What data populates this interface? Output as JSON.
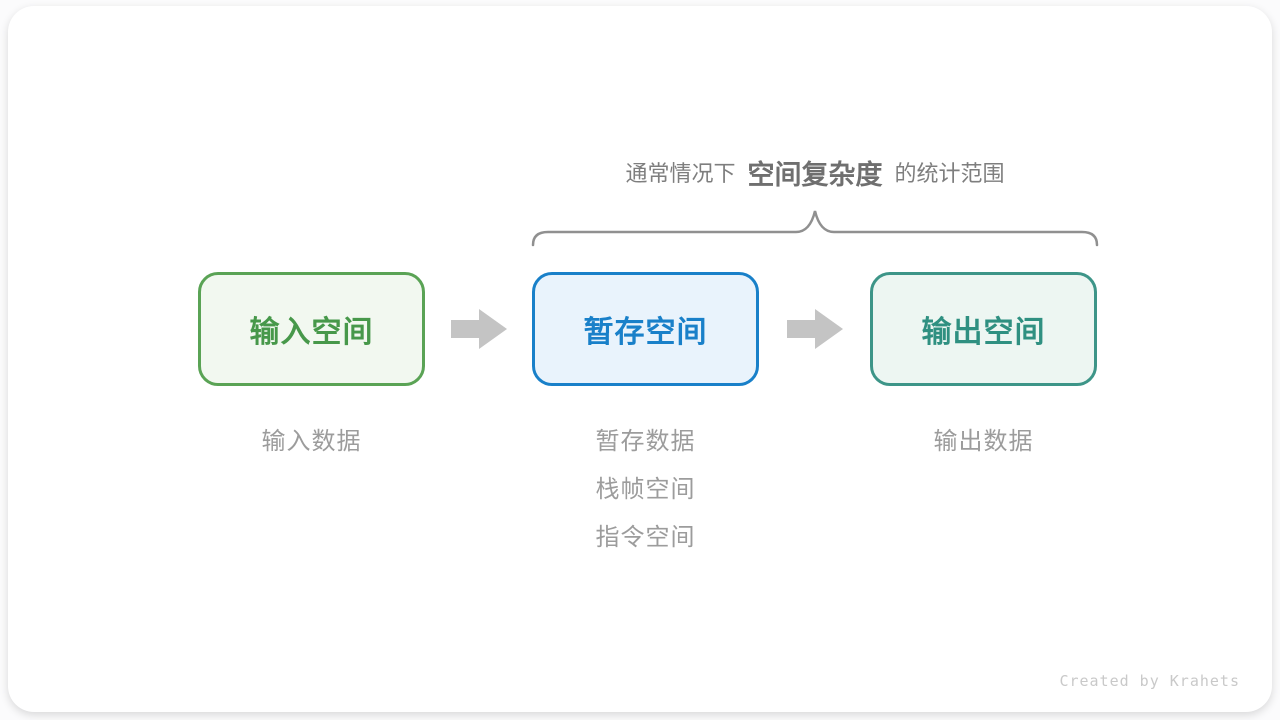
{
  "annotation": {
    "prefix": "通常情况下",
    "highlight": "空间复杂度",
    "suffix": "的统计范围"
  },
  "boxes": [
    {
      "label": "输入空间",
      "border_color": "#5aa355",
      "text_color": "#47984a",
      "bg_color": "#f2f8f0",
      "notes": [
        "输入数据"
      ]
    },
    {
      "label": "暂存空间",
      "border_color": "#1980c9",
      "text_color": "#1980c9",
      "bg_color": "#e9f3fc",
      "notes": [
        "暂存数据",
        "栈帧空间",
        "指令空间"
      ]
    },
    {
      "label": "输出空间",
      "border_color": "#3d9588",
      "text_color": "#2f9081",
      "bg_color": "#edf6f2",
      "notes": [
        "输出数据"
      ]
    }
  ],
  "colors": {
    "arrow": "#c4c4c4",
    "brace": "#909090",
    "note_text": "#9c9c9c",
    "annotation_text": "#7e7e7e"
  },
  "watermark": "Created by Krahets"
}
